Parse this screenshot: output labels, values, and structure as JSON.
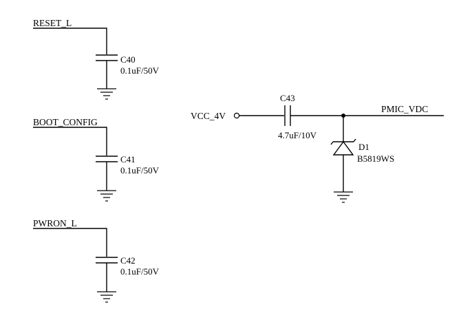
{
  "nets": {
    "reset": "RESET_L",
    "boot": "BOOT_CONFIG",
    "pwron": "PWRON_L",
    "vcc": "VCC_4V",
    "pmic": "PMIC_VDC"
  },
  "components": {
    "c40": {
      "ref": "C40",
      "value": "0.1uF/50V"
    },
    "c41": {
      "ref": "C41",
      "value": "0.1uF/50V"
    },
    "c42": {
      "ref": "C42",
      "value": "0.1uF/50V"
    },
    "c43": {
      "ref": "C43",
      "value": "4.7uF/10V"
    },
    "d1": {
      "ref": "D1",
      "value": "B5819WS"
    }
  }
}
